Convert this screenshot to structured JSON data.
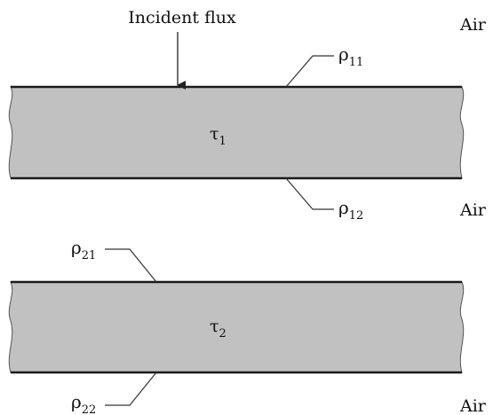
{
  "incident_label": "Incident flux",
  "media": [
    "Air",
    "Air",
    "Air"
  ],
  "plates": [
    {
      "symbol": "τ",
      "index": "1"
    },
    {
      "symbol": "τ",
      "index": "2"
    }
  ],
  "surfaces": [
    {
      "symbol": "ρ",
      "index": "11"
    },
    {
      "symbol": "ρ",
      "index": "12"
    },
    {
      "symbol": "ρ",
      "index": "21"
    },
    {
      "symbol": "ρ",
      "index": "22"
    }
  ],
  "colors": {
    "plate_fill": "#c1c1c1",
    "edge": "#1a1a1a",
    "line": "#333333"
  }
}
